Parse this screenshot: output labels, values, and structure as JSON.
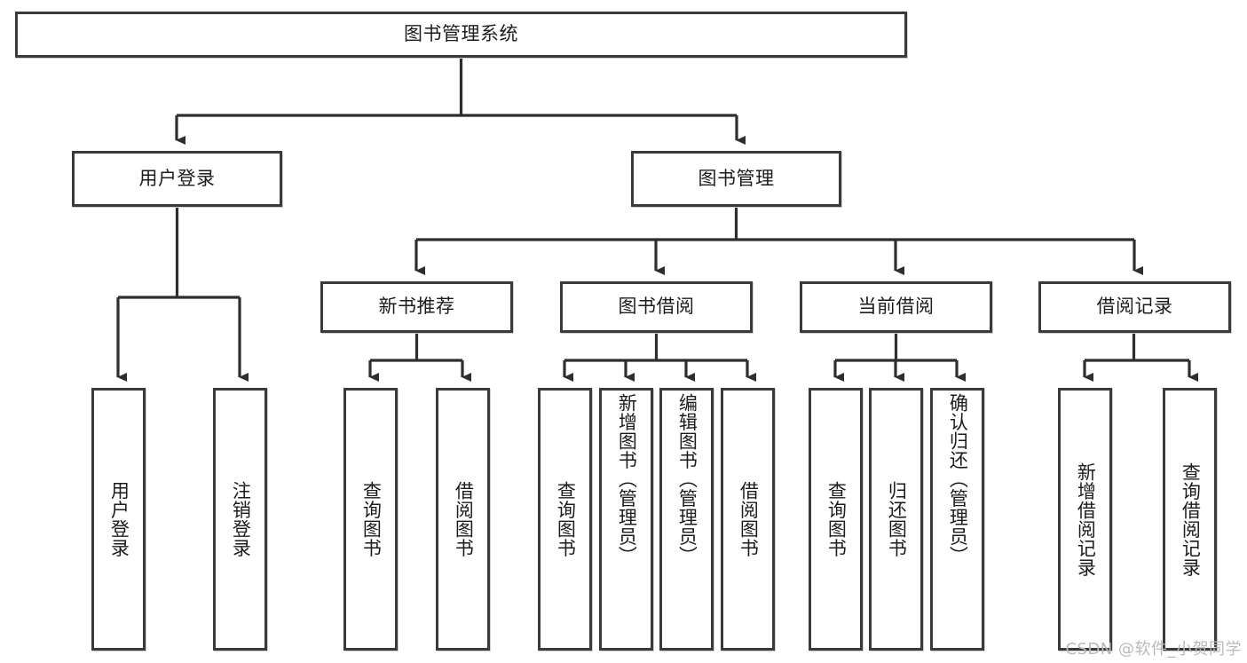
{
  "diagram": {
    "type": "tree",
    "title": "图书管理系统",
    "watermark": "CSDN @软件_小贺同学",
    "colors": {
      "stroke": "#3a3a3a",
      "text": "#1c1c1c",
      "background": "#ffffff",
      "watermark": "#b9b9b9"
    },
    "nodes": {
      "root": {
        "label": "图书管理系统"
      },
      "level2": [
        {
          "id": "user-login",
          "label": "用户登录"
        },
        {
          "id": "book-management",
          "label": "图书管理"
        }
      ],
      "level3": [
        {
          "id": "new-book-recommend",
          "label": "新书推荐",
          "parent": "book-management"
        },
        {
          "id": "book-borrow",
          "label": "图书借阅",
          "parent": "book-management"
        },
        {
          "id": "current-borrow",
          "label": "当前借阅",
          "parent": "book-management"
        },
        {
          "id": "borrow-record",
          "label": "借阅记录",
          "parent": "book-management"
        }
      ],
      "leaves": [
        {
          "id": "leaf-user-login",
          "label": "用户登录",
          "parent": "user-login"
        },
        {
          "id": "leaf-user-logout",
          "label": "注销登录",
          "parent": "user-login"
        },
        {
          "id": "leaf-query-book-1",
          "label": "查询图书",
          "parent": "new-book-recommend"
        },
        {
          "id": "leaf-borrow-book-1",
          "label": "借阅图书",
          "parent": "new-book-recommend"
        },
        {
          "id": "leaf-query-book-2",
          "label": "查询图书",
          "parent": "book-borrow"
        },
        {
          "id": "leaf-add-book",
          "label": "新增图书（管理员）",
          "parent": "book-borrow"
        },
        {
          "id": "leaf-edit-book",
          "label": "编辑图书（管理员）",
          "parent": "book-borrow"
        },
        {
          "id": "leaf-borrow-book-2",
          "label": "借阅图书",
          "parent": "book-borrow"
        },
        {
          "id": "leaf-query-book-3",
          "label": "查询图书",
          "parent": "current-borrow"
        },
        {
          "id": "leaf-return-book",
          "label": "归还图书",
          "parent": "current-borrow"
        },
        {
          "id": "leaf-confirm-return",
          "label": "确认归还（管理员）",
          "parent": "current-borrow"
        },
        {
          "id": "leaf-add-record",
          "label": "新增借阅记录",
          "parent": "borrow-record"
        },
        {
          "id": "leaf-query-record",
          "label": "查询借阅记录",
          "parent": "borrow-record"
        }
      ]
    }
  }
}
